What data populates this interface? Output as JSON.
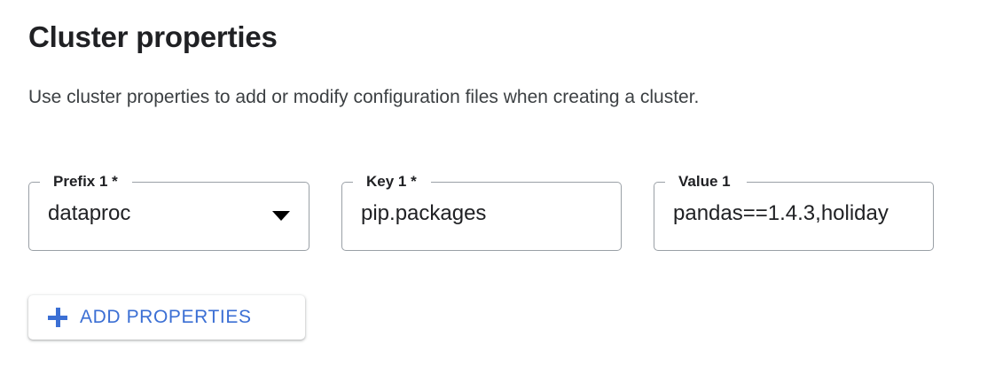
{
  "section": {
    "title": "Cluster properties",
    "description": "Use cluster properties to add or modify configuration files when creating a cluster."
  },
  "form": {
    "fields": [
      {
        "name": "prefix",
        "label": "Prefix 1 *",
        "value": "dataproc",
        "control": "select",
        "icon": "chevron-down-icon"
      },
      {
        "name": "key",
        "label": "Key 1 *",
        "value": "pip.packages",
        "control": "text"
      },
      {
        "name": "value",
        "label": "Value 1",
        "value": "pandas==1.4.3,holiday",
        "control": "text"
      }
    ]
  },
  "actions": {
    "add_properties_label": "ADD PROPERTIES",
    "add_properties_icon": "plus-icon"
  },
  "colors": {
    "accent_blue": "#3b6fd4",
    "text_primary": "#202124",
    "text_secondary": "#3c4043",
    "field_border": "#9aa0a6",
    "background": "#ffffff"
  }
}
